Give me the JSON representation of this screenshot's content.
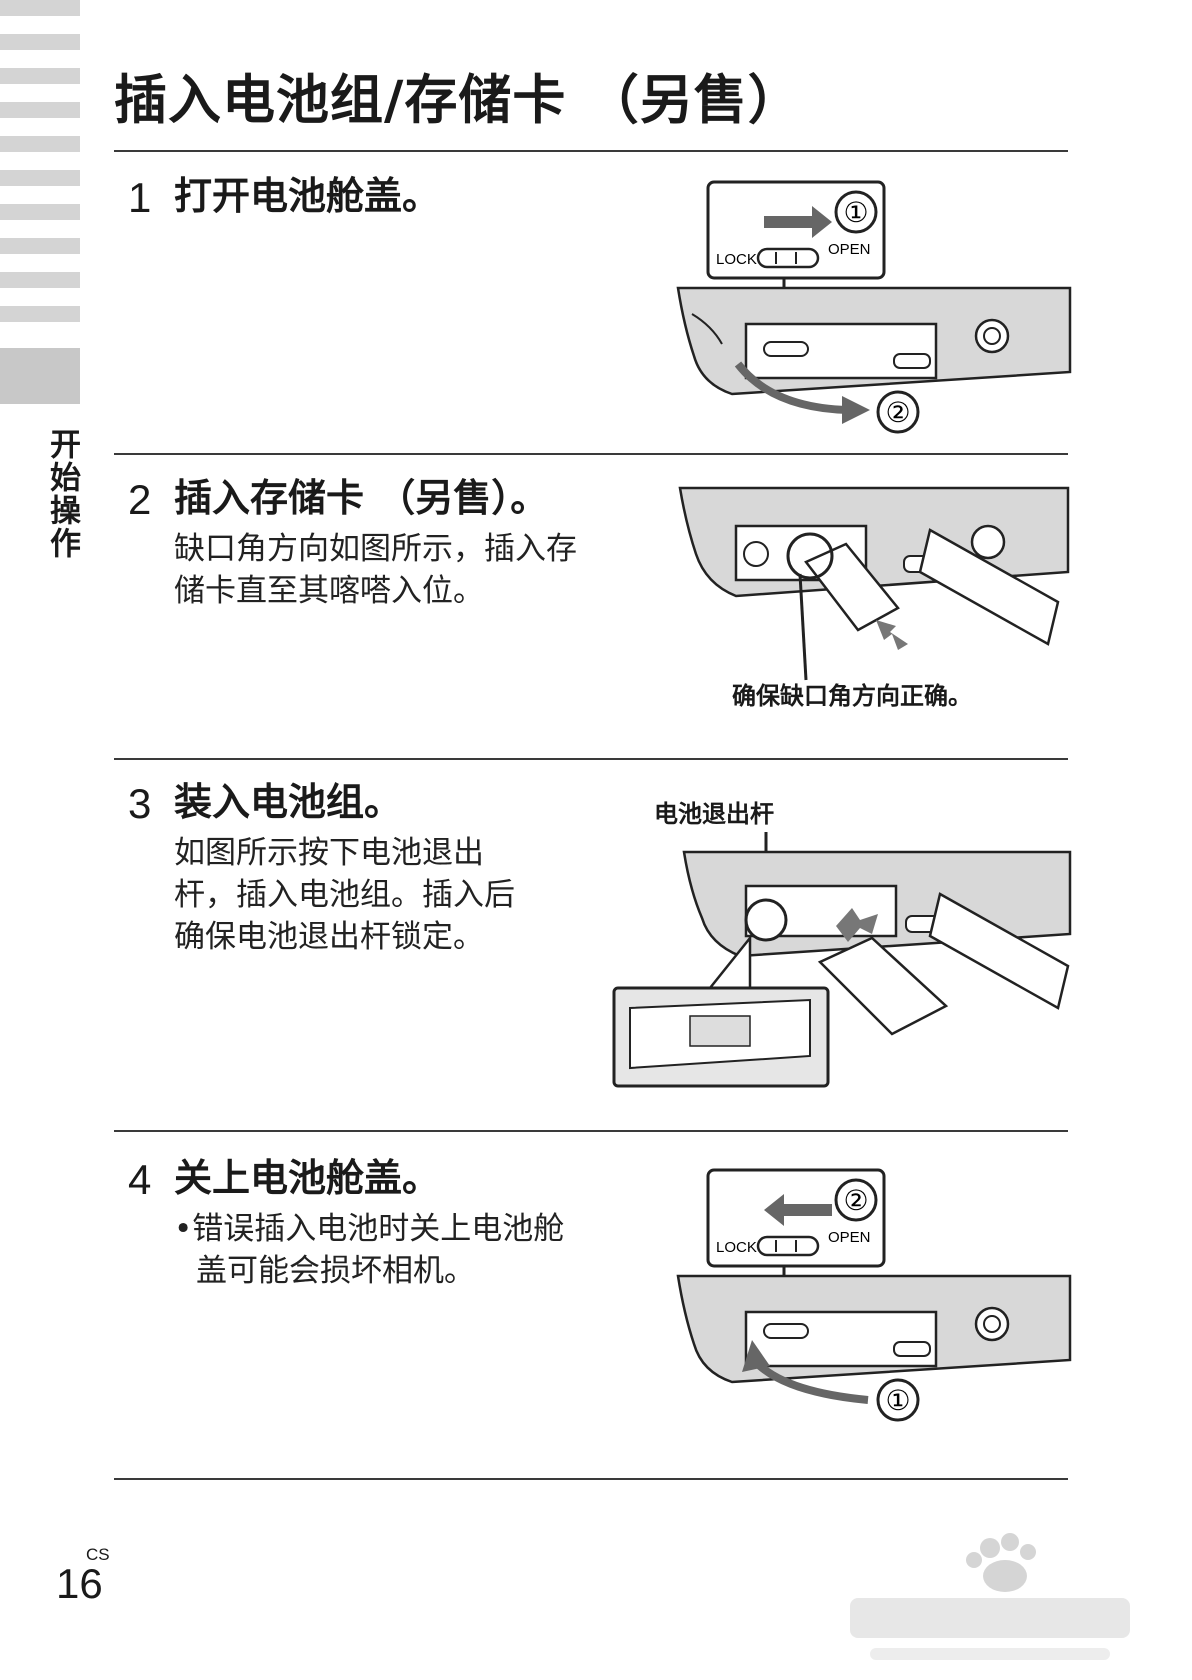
{
  "side_tab": {
    "label": "开始操作"
  },
  "page": {
    "title": "插入电池组/存储卡 （另售）",
    "lang_code": "CS",
    "number": "16"
  },
  "steps": [
    {
      "num": "1",
      "title": "打开电池舱盖。",
      "body": []
    },
    {
      "num": "2",
      "title": "插入存储卡 （另售）。",
      "body": [
        "缺口角方向如图所示，插入存",
        "储卡直至其喀嗒入位。"
      ]
    },
    {
      "num": "3",
      "title": "装入电池组。",
      "body": [
        "如图所示按下电池退出",
        "杆，插入电池组。插入后",
        "确保电池退出杆锁定。"
      ]
    },
    {
      "num": "4",
      "title": "关上电池舱盖。",
      "body": [
        "•错误插入电池时关上电池舱",
        " 盖可能会损坏相机。"
      ]
    }
  ],
  "figures": {
    "fig1": {
      "lock": "LOCK",
      "open": "OPEN",
      "marker_a": "①",
      "marker_b": "②"
    },
    "fig2": {
      "caption": "确保缺口角方向正确。"
    },
    "fig3": {
      "caption": "电池退出杆"
    },
    "fig4": {
      "lock": "LOCK",
      "open": "OPEN",
      "marker_a": "②",
      "marker_b": "①"
    }
  }
}
